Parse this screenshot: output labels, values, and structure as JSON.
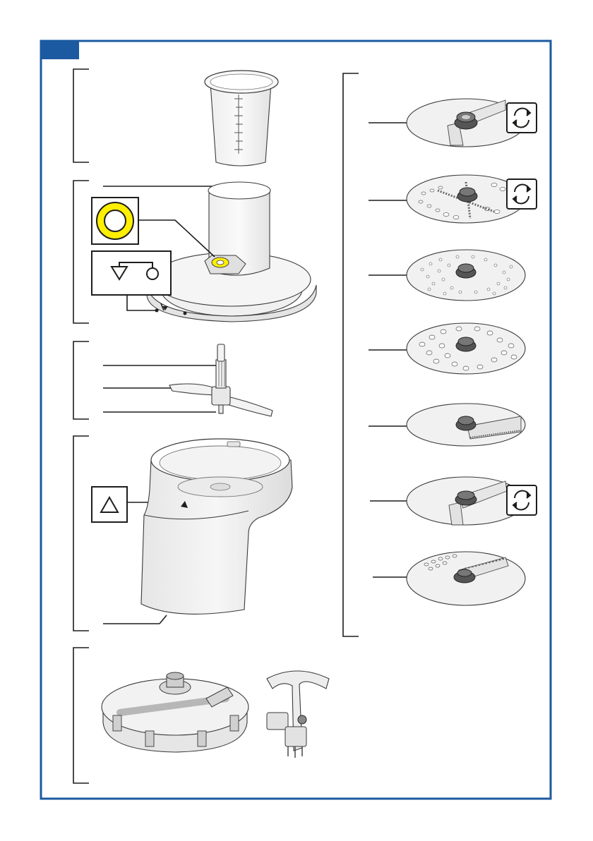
{
  "page": {
    "frame_color": "#1b5aa0",
    "tab_color": "#1b5aa0",
    "line_color": "#1d1d1b",
    "highlight_color": "#ffef00"
  },
  "groups": {
    "left": [
      {
        "name": "measuring-cup",
        "parts": [
          "measuring-cup-illustration"
        ]
      },
      {
        "name": "lid-assembly",
        "parts": [
          "lid-with-feed-tube",
          "seal-ring-icon",
          "lock-symbol-icon"
        ]
      },
      {
        "name": "blade-insert",
        "parts": [
          "kneading-blade-illustration"
        ]
      },
      {
        "name": "bowl",
        "parts": [
          "bowl-illustration",
          "triangle-mark-icon"
        ]
      },
      {
        "name": "storage",
        "parts": [
          "storage-lid-illustration",
          "disc-tool-illustration"
        ]
      }
    ],
    "right": [
      {
        "name": "disc-1",
        "icon": "reversible-arrows-icon"
      },
      {
        "name": "disc-2",
        "icon": "reversible-arrows-icon"
      },
      {
        "name": "disc-3",
        "icon": ""
      },
      {
        "name": "disc-4",
        "icon": ""
      },
      {
        "name": "disc-5",
        "icon": ""
      },
      {
        "name": "disc-6",
        "icon": "reversible-arrows-icon"
      },
      {
        "name": "disc-7",
        "icon": ""
      }
    ]
  }
}
